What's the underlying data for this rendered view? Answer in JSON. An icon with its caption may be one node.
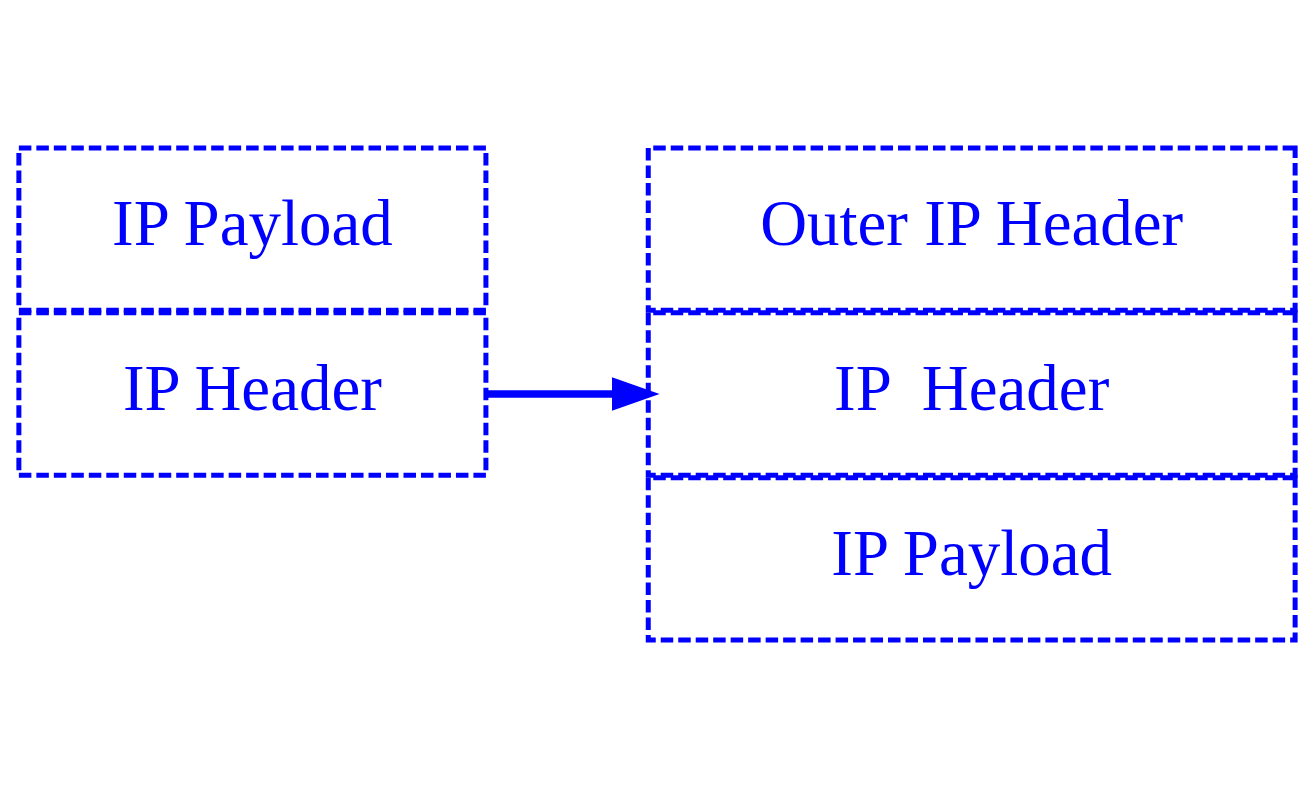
{
  "diagram": {
    "nodes": [
      {
        "text": [
          "IP Header"
        ]
      },
      {
        "text": [
          "IP Payload"
        ]
      },
      {
        "text": [
          "Outer IP Header"
        ]
      },
      {
        "text": [
          "IP  Header"
        ]
      },
      {
        "text": [
          "IP Payload"
        ]
      }
    ],
    "edges": [
      {
        "from": 0,
        "to": 3,
        "arrow": "to"
      }
    ]
  }
}
